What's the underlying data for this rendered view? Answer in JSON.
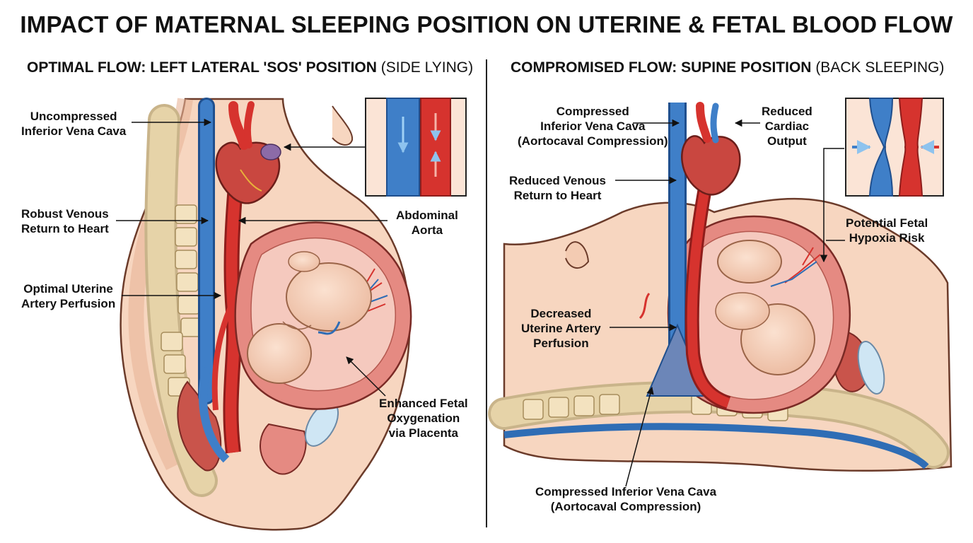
{
  "title": "IMPACT OF MATERNAL SLEEPING POSITION ON UTERINE & FETAL BLOOD FLOW",
  "left_panel": {
    "heading_bold": "OPTIMAL FLOW: LEFT LATERAL 'SOS' POSITION",
    "heading_light": "(SIDE LYING)",
    "labels": {
      "ivc_line1": "Uncompressed",
      "ivc_line2": "Inferior Vena Cava",
      "venous_line1": "Robust Venous",
      "venous_line2": "Return to Heart",
      "uterine_line1": "Optimal Uterine",
      "uterine_line2": "Artery Perfusion",
      "aorta_line1": "Abdominal",
      "aorta_line2": "Aorta",
      "fetal_line1": "Enhanced Fetal",
      "fetal_line2": "Oxygenation",
      "fetal_line3": "via Placenta"
    }
  },
  "right_panel": {
    "heading_bold": "COMPROMISED FLOW: SUPINE POSITION",
    "heading_light": "(BACK SLEEPING)",
    "labels": {
      "ivc_line1": "Compressed",
      "ivc_line2": "Inferior Vena Cava",
      "ivc_line3": "(Aortocaval Compression)",
      "cardiac_line1": "Reduced",
      "cardiac_line2": "Cardiac",
      "cardiac_line3": "Output",
      "venous_line1": "Reduced Venous",
      "venous_line2": "Return to Heart",
      "hypoxia_line1": "Potential Fetal",
      "hypoxia_line2": "Hypoxia Risk",
      "uterine_line1": "Decreased",
      "uterine_line2": "Uterine Artery",
      "uterine_line3": "Perfusion",
      "bottom_line1": "Compressed Inferior Vena Cava",
      "bottom_line2": "(Aortocaval Compression)"
    }
  },
  "colors": {
    "skin": "#f7d6c0",
    "skin_dark": "#e8b497",
    "vein": "#2f6db5",
    "artery": "#d6332e",
    "uterus": "#e58a82",
    "amniotic": "#f5c9be",
    "spine": "#e6d3a8"
  }
}
